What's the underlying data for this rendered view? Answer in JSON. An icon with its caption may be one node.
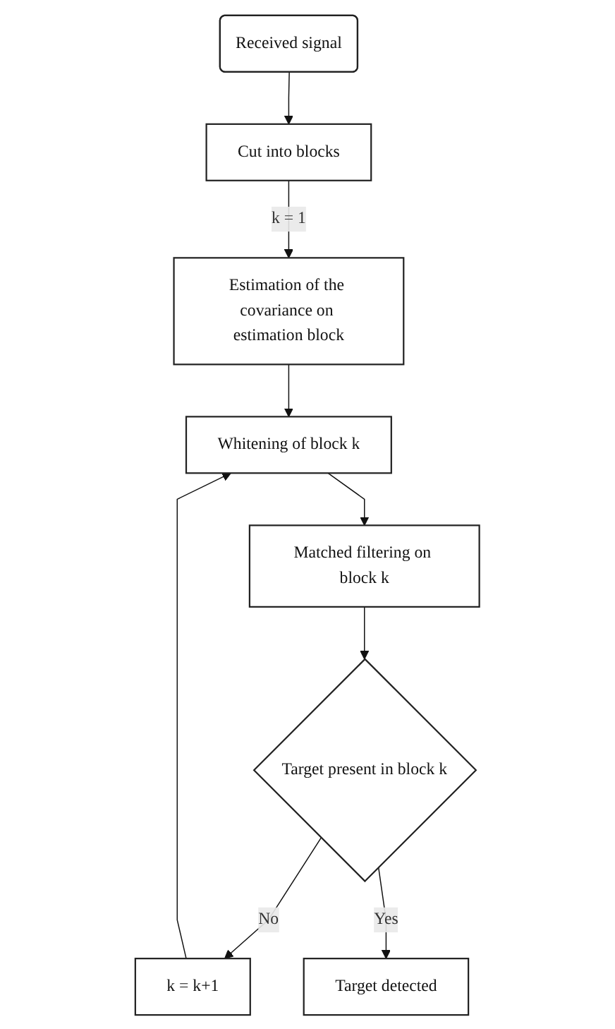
{
  "diagram": {
    "nodes": [
      {
        "text": [
          "Received signal"
        ]
      },
      {
        "text": [
          "Cut into blocks"
        ]
      },
      {
        "text": [
          "Estimation of the covariance on estimation block"
        ]
      },
      {
        "text": [
          "k = k+1"
        ]
      },
      {
        "text": [
          "Whitening of block k"
        ]
      },
      {
        "text": [
          "Matched filtering on block k"
        ]
      },
      {
        "text": [
          "Target present in block k"
        ]
      },
      {
        "text": [
          "Target detected"
        ]
      }
    ],
    "edges": [
      {
        "from": 0,
        "to": 1,
        "arrow": "to"
      },
      {
        "from": 1,
        "to": 2,
        "arrow": "to",
        "label": "k = 1"
      },
      {
        "from": 2,
        "to": 4,
        "arrow": "to"
      },
      {
        "from": 3,
        "to": 4,
        "arrow": "to"
      },
      {
        "from": 4,
        "to": 5,
        "arrow": "to"
      },
      {
        "from": 5,
        "to": 6,
        "arrow": "to"
      },
      {
        "from": 6,
        "to": 3,
        "arrow": "to",
        "label": "No"
      },
      {
        "from": 6,
        "to": 7,
        "arrow": "to",
        "label": "Yes"
      }
    ]
  }
}
